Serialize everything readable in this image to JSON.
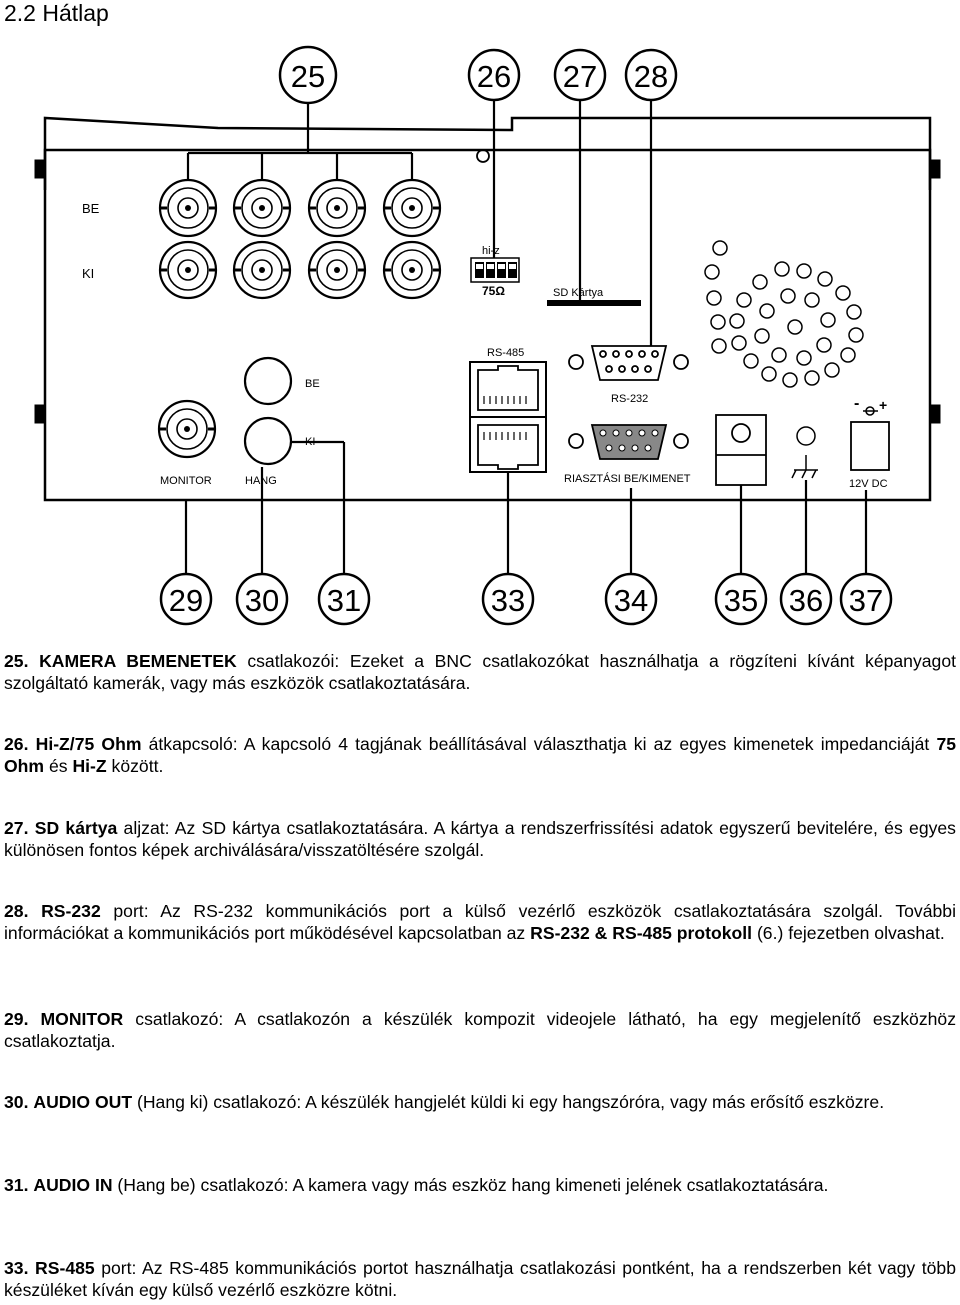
{
  "heading": "2.2 Hátlap",
  "diagram": {
    "callouts": {
      "c25": "25",
      "c26": "26",
      "c27": "27",
      "c28": "28",
      "c29": "29",
      "c30": "30",
      "c31": "31",
      "c33": "33",
      "c34": "34",
      "c35": "35",
      "c36": "36",
      "c37": "37"
    },
    "labels": {
      "be_row": "BE",
      "ki_row": "KI",
      "hiz": "hi-z",
      "ohm75": "75Ω",
      "sd_card": "SD Kártya",
      "rs485": "RS-485",
      "rs232": "RS-232",
      "alarm": "RIASZTÁSI BE/KIMENET",
      "audio_be": "BE",
      "audio_ki": "KI",
      "monitor": "MONITOR",
      "hang": "HANG",
      "power": "12V DC",
      "polarity_minus": "-",
      "polarity_plus": "+"
    }
  },
  "items": [
    {
      "num": "25.",
      "b1": "KAMERA BEMENETEK",
      "t1": " csatlakozói: Ezeket a BNC csatlakozókat használhatja a rögzíteni kívánt képanyagot szolgáltató kamerák, vagy más eszközök csatlakoztatására."
    },
    {
      "num": "26.",
      "b1": "Hi-Z/75 Ohm",
      "t1": " átkapcsoló: A kapcsoló 4 tagjának beállításával választhatja ki az egyes kimenetek impedanciáját ",
      "b2": "75 Ohm",
      "t2": " és ",
      "b3": "Hi-Z",
      "t3": " között."
    },
    {
      "num": "27.",
      "b1": "SD kártya",
      "t1": " aljzat: Az SD kártya csatlakoztatására. A kártya a rendszerfrissítési adatok egyszerű bevitelére, és egyes különösen fontos képek archiválására/visszatöltésére szolgál."
    },
    {
      "num": "28.",
      "b1": "RS-232",
      "t1": " port: Az RS-232 kommunikációs port a külső vezérlő eszközök csatlakoztatására szolgál. További információkat a kommunikációs port működésével kapcsolatban az ",
      "b2": "RS-232 & RS-485 protokoll",
      "t2": " (6.) fejezetben olvashat."
    },
    {
      "num": "29.",
      "b1": "MONITOR",
      "t1": " csatlakozó: A csatlakozón a készülék kompozit videojele látható, ha egy megjelenítő eszközhöz csatlakoztatja."
    },
    {
      "num": "30.",
      "b1": "AUDIO OUT",
      "t1": " (Hang ki) csatlakozó: A készülék hangjelét küldi ki egy hangszóróra, vagy más erősítő eszközre."
    },
    {
      "num": "31.",
      "b1": "AUDIO IN",
      "t1": " (Hang be) csatlakozó: A kamera vagy más eszköz hang kimeneti jelének csatlakoztatására."
    },
    {
      "num": "33.",
      "b1": "RS-485",
      "t1": " port: Az RS-485 kommunikációs portot használhatja csatlakozási pontként, ha a rendszerben két vagy több készüléket kíván egy külső vezérlő eszközre kötni."
    }
  ]
}
